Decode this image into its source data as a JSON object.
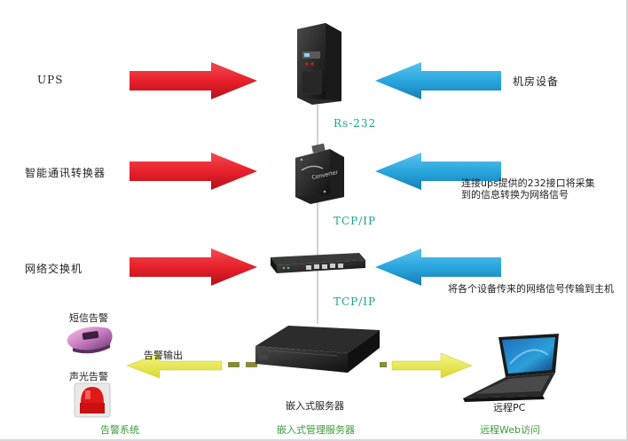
{
  "labels": {
    "ups": "UPS",
    "converter": "智能通讯转换器",
    "switch": "网络交换机",
    "room_equipment": "机房设备",
    "sms_alarm": "短信告警",
    "sound_light_alarm": "声光告警",
    "alarm_output": "告警输出",
    "server": "嵌入式服务器",
    "remote_pc": "远程PC"
  },
  "notes": {
    "converter_note": "连接ups提供的232接口将采集到的信息转换为网络信号",
    "switch_note": "将各个设备传来的网络信号传输到主机"
  },
  "protocols": {
    "rs232": "Rs-232",
    "tcpip_upper": "TCP/IP",
    "tcpip_lower": "TCP/IP"
  },
  "captions": {
    "alarm_system": "告警系统",
    "management_server": "嵌入式管理服务器",
    "web_access": "远程Web访问"
  },
  "colors": {
    "red_arrow": "#e8202a",
    "blue_arrow": "#29a6de",
    "yellow_arrow": "#ecec3c",
    "dash": "#8a8a3a",
    "protocol_text": "#1aa58c",
    "caption_text": "#3a9a3a"
  },
  "icons": [
    "ups-tower-icon",
    "serial-converter-icon",
    "network-switch-icon",
    "rack-server-icon",
    "laptop-icon",
    "sms-alarm-icon",
    "siren-icon"
  ]
}
